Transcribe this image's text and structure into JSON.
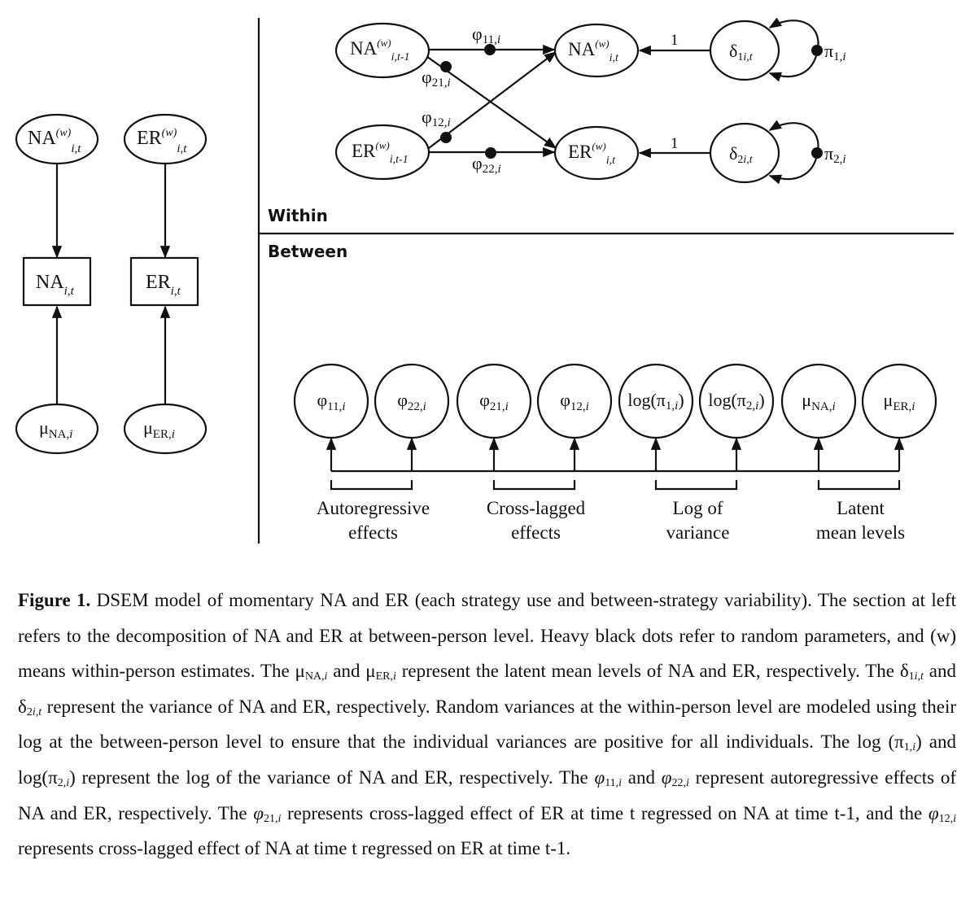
{
  "figure": {
    "sections": {
      "within": "Within",
      "between": "Between"
    },
    "decomposition": {
      "na_latent": {
        "base": "NA",
        "sup": "(w)",
        "sub": "i,t"
      },
      "er_latent": {
        "base": "ER",
        "sup": "(w)",
        "sub": "i,t"
      },
      "na_observed": {
        "base": "NA",
        "sub": "i,t"
      },
      "er_observed": {
        "base": "ER",
        "sub": "i,t"
      },
      "na_mean": {
        "base": "μ",
        "sub": "NA,",
        "sub2": "i"
      },
      "er_mean": {
        "base": "μ",
        "sub": "ER,",
        "sub2": "i"
      }
    },
    "within": {
      "na_lag": {
        "base": "NA",
        "sup": "(w)",
        "sub": "i,t-1"
      },
      "er_lag": {
        "base": "ER",
        "sup": "(w)",
        "sub": "i,t-1"
      },
      "na_now": {
        "base": "NA",
        "sup": "(w)",
        "sub": "i,t"
      },
      "er_now": {
        "base": "ER",
        "sup": "(w)",
        "sub": "i,t"
      },
      "delta1": {
        "base": "δ",
        "sub": "1",
        "sub2": "i,t"
      },
      "delta2": {
        "base": "δ",
        "sub": "2",
        "sub2": "i,t"
      },
      "path_labels": {
        "phi11": {
          "base": "φ",
          "sub": "11,",
          "sub2": "i"
        },
        "phi21": {
          "base": "φ",
          "sub": "21,",
          "sub2": "i"
        },
        "phi12": {
          "base": "φ",
          "sub": "12,",
          "sub2": "i"
        },
        "phi22": {
          "base": "φ",
          "sub": "22,",
          "sub2": "i"
        },
        "loading1": "1",
        "loading2": "1",
        "pi1": {
          "base": "π",
          "sub": "1,",
          "sub2": "i"
        },
        "pi2": {
          "base": "π",
          "sub": "2,",
          "sub2": "i"
        }
      }
    },
    "between": {
      "nodes": [
        {
          "base": "φ",
          "sub": "11,",
          "sub2": "i"
        },
        {
          "base": "φ",
          "sub": "22,",
          "sub2": "i"
        },
        {
          "base": "φ",
          "sub": "21,",
          "sub2": "i"
        },
        {
          "base": "φ",
          "sub": "12,",
          "sub2": "i"
        },
        {
          "pre": "log(π",
          "sub": "1,",
          "sub2": "i",
          "post": ")"
        },
        {
          "pre": "log(π",
          "sub": "2,",
          "sub2": "i",
          "post": ")"
        },
        {
          "base": "μ",
          "sub": "NA,",
          "sub2": "i"
        },
        {
          "base": "μ",
          "sub": "ER,",
          "sub2": "i"
        }
      ],
      "groups": [
        {
          "line1": "Autoregressive",
          "line2": "effects"
        },
        {
          "line1": "Cross-lagged",
          "line2": "effects"
        },
        {
          "line1": "Log of",
          "line2": "variance"
        },
        {
          "line1": "Latent",
          "line2": "mean levels"
        }
      ]
    }
  },
  "caption": {
    "label": "Figure 1.",
    "s1": " DSEM model of momentary NA and ER (each strategy use and between-strategy variability). The section at left refers to the decomposition of NA and ER at between-person level. Heavy black dots refer to random parameters, and (w) means within-person estimates. The ",
    "mu": "μ",
    "na_sub": "NA,",
    "er_sub": "ER,",
    "i": "i",
    "and": " and ",
    "s2": " represent the latent mean levels of NA and ER, respectively. The ",
    "delta": "δ",
    "d1_sub": "1",
    "d2_sub": "2",
    "it_sub": "i,t",
    "s3": " represent the variance of NA and ER, respectively. Random variances at the within-person level are modeled using their log at the between-person level to ensure that the individual variances are positive for all individuals. The log (",
    "pi": "π",
    "p1_sub": "1,",
    "p2_sub": "2,",
    "s4": ") and log(",
    "s5": ") represent the log of the variance of NA and ER, respectively. The ",
    "phi": "φ",
    "phi11_sub": "11,",
    "phi22_sub": "22,",
    "phi21_sub": "21,",
    "phi12_sub": "12,",
    "s6": " represent autoregressive effects of NA and ER, respectively. The ",
    "s7": " represents cross-lagged effect of ER at time t regressed on NA at time t-1, and the ",
    "s8": " represents cross-lagged effect of NA at time t regressed on ER at time t-1."
  }
}
